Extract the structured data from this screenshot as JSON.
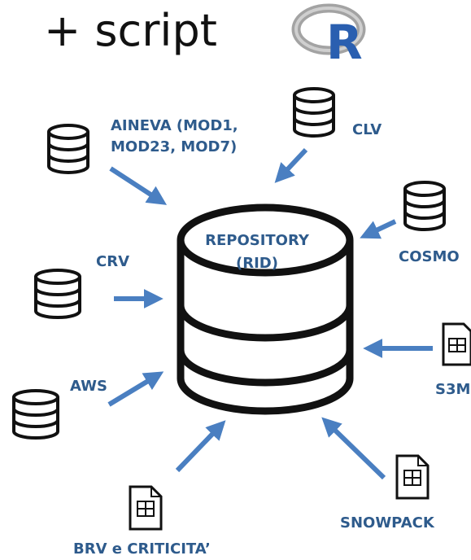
{
  "header": {
    "title": "+ script",
    "logo_letter": "R"
  },
  "center": {
    "line1": "REPOSITORY",
    "line2": "(RID)"
  },
  "sources": {
    "aineva_line1": "AINEVA (MOD1,",
    "aineva_line2": "MOD23, MOD7)",
    "clv": "CLV",
    "cosmo": "COSMO",
    "crv": "CRV",
    "s3m": "S3M",
    "aws": "AWS",
    "snowpack": "SNOWPACK",
    "brv": "BRV e CRITICITA’"
  },
  "colors": {
    "arrow": "#4a7fc1",
    "label": "#2e5b8c",
    "stroke": "#111111",
    "logo_ring": "#9a9a9a",
    "logo_letter": "#2a5fb0"
  }
}
